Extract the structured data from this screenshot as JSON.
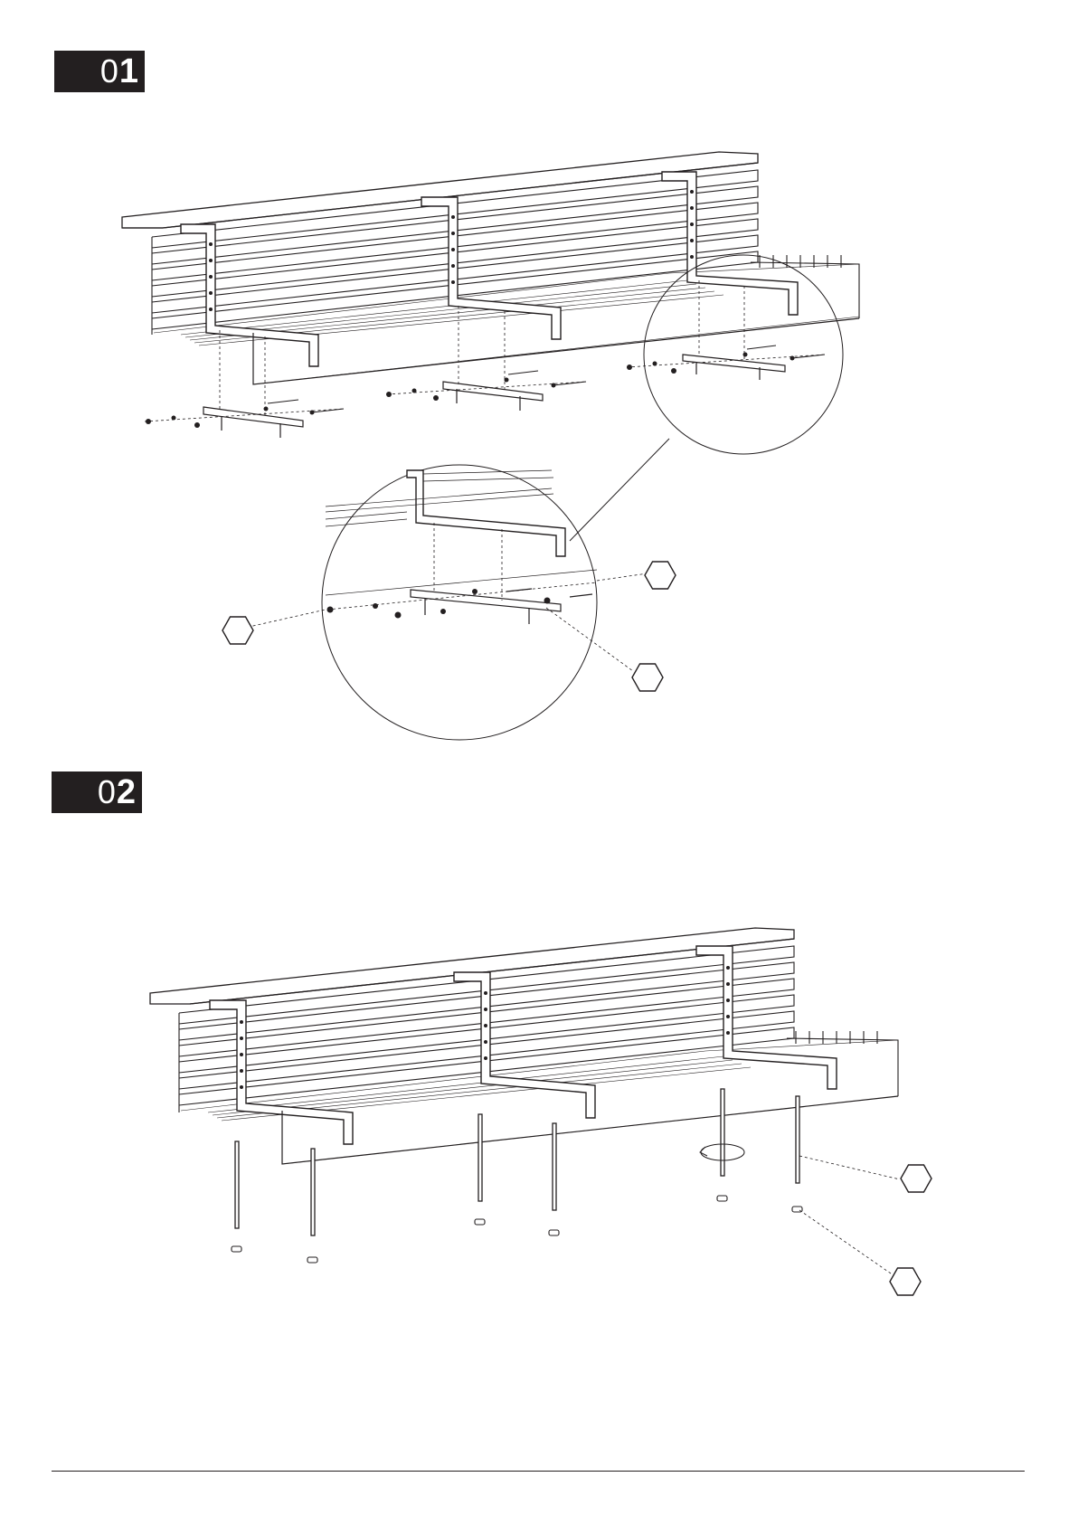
{
  "steps": [
    {
      "number_light": "0",
      "number_bold": "1"
    },
    {
      "number_light": "0",
      "number_bold": "2"
    }
  ],
  "callouts": {
    "step1": [
      "hex-part-callout",
      "hex-part-callout",
      "hex-part-callout"
    ],
    "step2": [
      "hex-part-callout",
      "hex-part-callout"
    ]
  },
  "colors": {
    "ink": "#231f20",
    "paper": "#ffffff"
  }
}
